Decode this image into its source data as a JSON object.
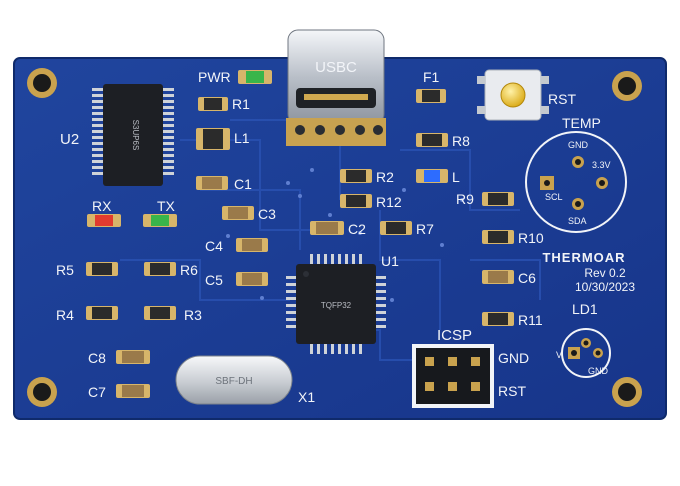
{
  "board": {
    "colors": {
      "pcb": "#1b3b8f",
      "pcb_edge": "#15307a",
      "silk": "#f2f4f8",
      "pad": "#d7b56a",
      "chip": "#1d1f24",
      "led_green": "#39b54a",
      "led_red": "#e23b2e",
      "led_blue": "#2d6cff"
    },
    "labels": {
      "usb": "USBC",
      "pwr": "PWR",
      "f1": "F1",
      "rst_btn": "RST",
      "temp": "TEMP",
      "gnd": "GND",
      "v33": "3.3V",
      "scl": "SCL",
      "sda": "SDA",
      "u2": "U2",
      "r1": "R1",
      "l1": "L1",
      "c1": "C1",
      "rx": "RX",
      "tx": "TX",
      "c3": "C3",
      "r2": "R2",
      "r12": "R12",
      "l": "L",
      "r8": "R8",
      "r9": "R9",
      "c2": "C2",
      "r7": "R7",
      "r10": "R10",
      "c4": "C4",
      "c5": "C5",
      "r5": "R5",
      "r6": "R6",
      "u1": "U1",
      "c6": "C6",
      "r4": "R4",
      "r3": "R3",
      "r11": "R11",
      "ld1": "LD1",
      "icsp": "ICSP",
      "icsp_gnd": "GND",
      "icsp_rst": "RST",
      "c8": "C8",
      "c7": "C7",
      "x1": "X1",
      "ld_v": "V",
      "ld_gnd": "GND",
      "brand": "THERMOAR",
      "rev": "Rev 0.2",
      "date": "10/30/2023"
    },
    "chip_marks": {
      "u2": "S3UP6S",
      "u1": "TQFP32",
      "x1": "SBF-DH"
    }
  }
}
